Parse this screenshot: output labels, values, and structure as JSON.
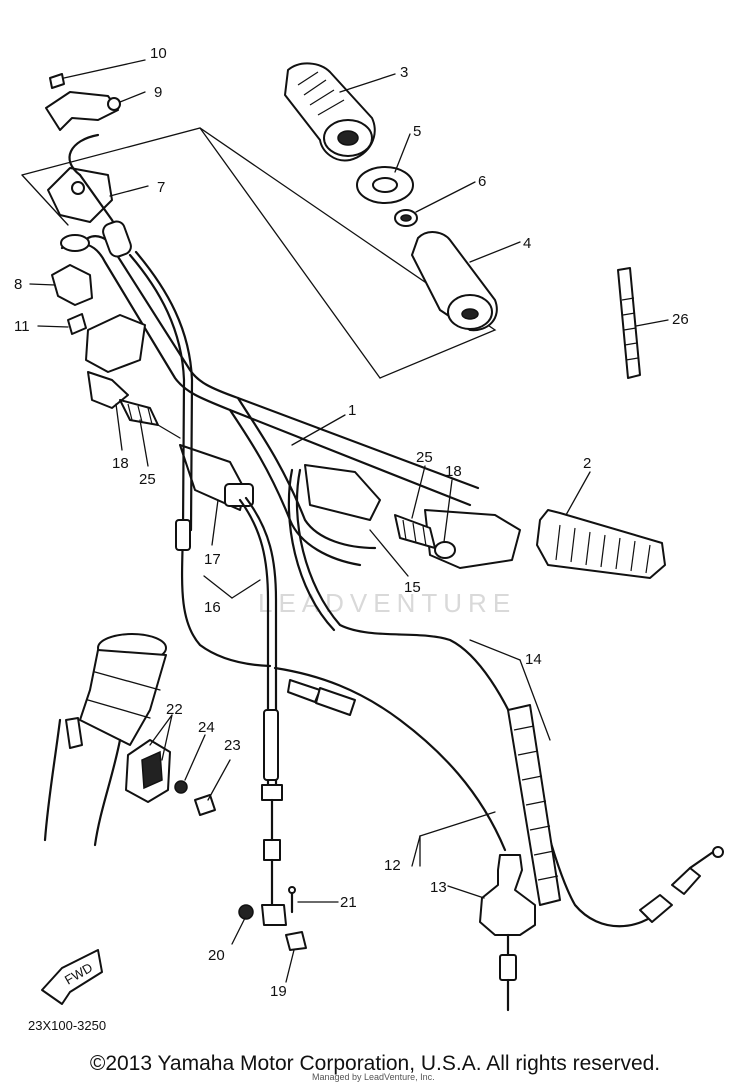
{
  "callouts": {
    "p1": "1",
    "p2": "2",
    "p3": "3",
    "p4": "4",
    "p5": "5",
    "p6": "6",
    "p7": "7",
    "p8": "8",
    "p9": "9",
    "p10": "10",
    "p11": "11",
    "p12": "12",
    "p13": "13",
    "p14": "14",
    "p15": "15",
    "p16": "16",
    "p17": "17",
    "p18a": "18",
    "p18b": "18",
    "p19": "19",
    "p20": "20",
    "p21": "21",
    "p22": "22",
    "p23": "23",
    "p24": "24",
    "p25a": "25",
    "p25b": "25",
    "p26": "26"
  },
  "fwd_label": "FWD",
  "diagram_code": "23X100-3250",
  "watermark": "LEADVENTURE",
  "watermark_small": "Managed by LeadVenture, Inc.",
  "copyright": "©2013 Yamaha Motor Corporation, U.S.A. All rights reserved."
}
